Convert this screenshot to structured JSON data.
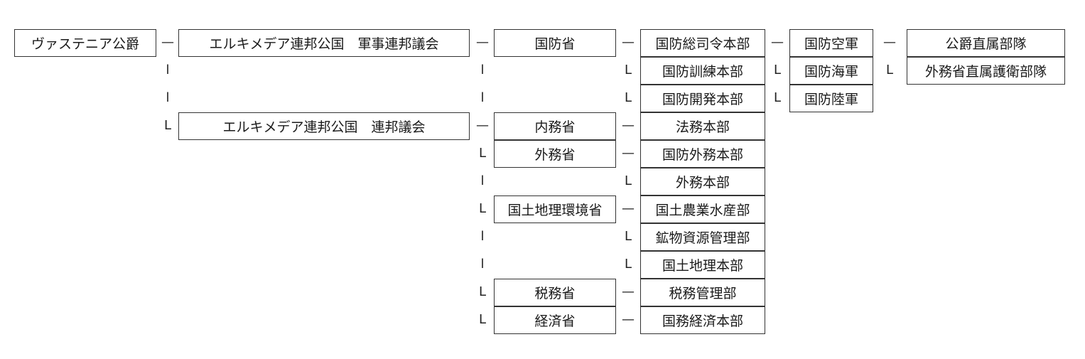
{
  "nodes": {
    "root": "ヴァステニア公爵",
    "military_council": "エルキメデア連邦公国　軍事連邦議会",
    "federal_council": "エルキメデア連邦公国　連邦議会",
    "ministry_defense": "国防省",
    "ministry_interior": "内務省",
    "ministry_foreign": "外務省",
    "ministry_land": "国土地理環境省",
    "ministry_tax": "税務省",
    "ministry_economy": "経済省",
    "hq_defense_command": "国防総司令本部",
    "hq_defense_training": "国防訓練本部",
    "hq_defense_development": "国防開発本部",
    "hq_legal": "法務本部",
    "hq_defense_foreign": "国防外務本部",
    "hq_foreign": "外務本部",
    "hq_agriculture": "国土農業水産部",
    "hq_mineral": "鉱物資源管理部",
    "hq_land_geography": "国土地理本部",
    "hq_tax_management": "税務管理部",
    "hq_economy": "国務経済本部",
    "air_force": "国防空軍",
    "navy": "国防海軍",
    "army": "国防陸軍",
    "duke_direct_unit": "公爵直属部隊",
    "foreign_guard_unit": "外務省直属護衛部隊"
  },
  "connectors": {
    "dash": "—",
    "pipe": "l",
    "corner": "L"
  }
}
